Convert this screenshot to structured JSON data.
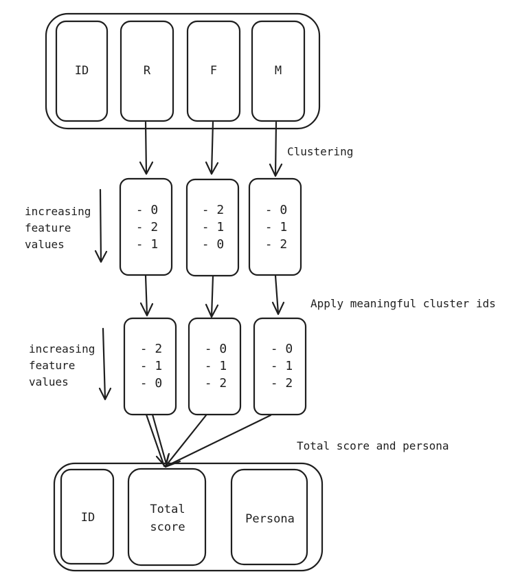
{
  "top_table": {
    "columns": [
      "ID",
      "R",
      "F",
      "M"
    ]
  },
  "steps": {
    "clustering": "Clustering",
    "apply_ids": "Apply meaningful cluster ids",
    "total": "Total score and persona"
  },
  "side_note": {
    "lines": [
      "increasing",
      "feature",
      "values"
    ]
  },
  "clustered": {
    "r": [
      "- 0",
      "- 2",
      "- 1"
    ],
    "f": [
      "- 2",
      "- 1",
      "- 0"
    ],
    "m": [
      "- 0",
      "- 1",
      "- 2"
    ]
  },
  "remapped": {
    "r": [
      "- 2",
      "- 1",
      "- 0"
    ],
    "f": [
      "- 0",
      "- 1",
      "- 2"
    ],
    "m": [
      "- 0",
      "- 1",
      "- 2"
    ]
  },
  "bottom_table": {
    "id": "ID",
    "total_line1": "Total",
    "total_line2": "score",
    "persona": "Persona"
  }
}
